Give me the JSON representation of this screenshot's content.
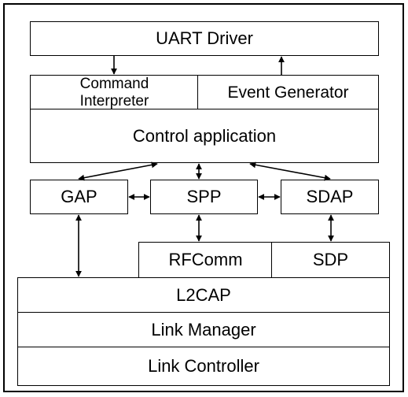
{
  "diagram": {
    "uart_driver": "UART Driver",
    "command_interpreter": [
      "Command",
      "Interpreter"
    ],
    "event_generator": "Event Generator",
    "control_application": "Control application",
    "gap": "GAP",
    "spp": "SPP",
    "sdap": "SDAP",
    "rfcomm": "RFComm",
    "sdp": "SDP",
    "l2cap": "L2CAP",
    "link_manager": "Link Manager",
    "link_controller": "Link Controller"
  }
}
